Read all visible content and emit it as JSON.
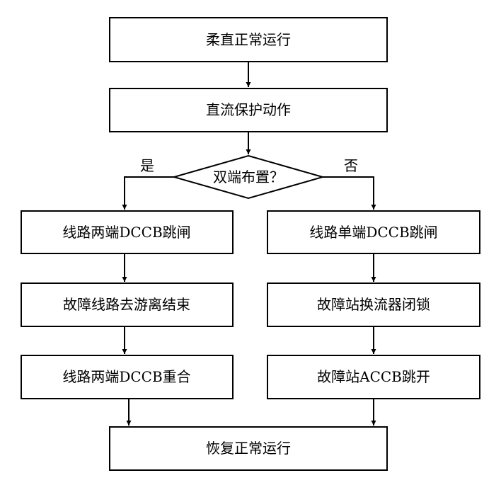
{
  "nodes": {
    "start": "柔直正常运行",
    "protect": "直流保护动作",
    "decision": "双端布置？",
    "left1": "线路两端DCCB跳闸",
    "left2": "故障线路去游离结束",
    "left3": "线路两端DCCB重合",
    "right1": "线路单端DCCB跳闸",
    "right2": "故障站换流器闭锁",
    "right3": "故障站ACCB跳开",
    "end": "恢复正常运行"
  },
  "branches": {
    "yes": "是",
    "no": "否"
  }
}
